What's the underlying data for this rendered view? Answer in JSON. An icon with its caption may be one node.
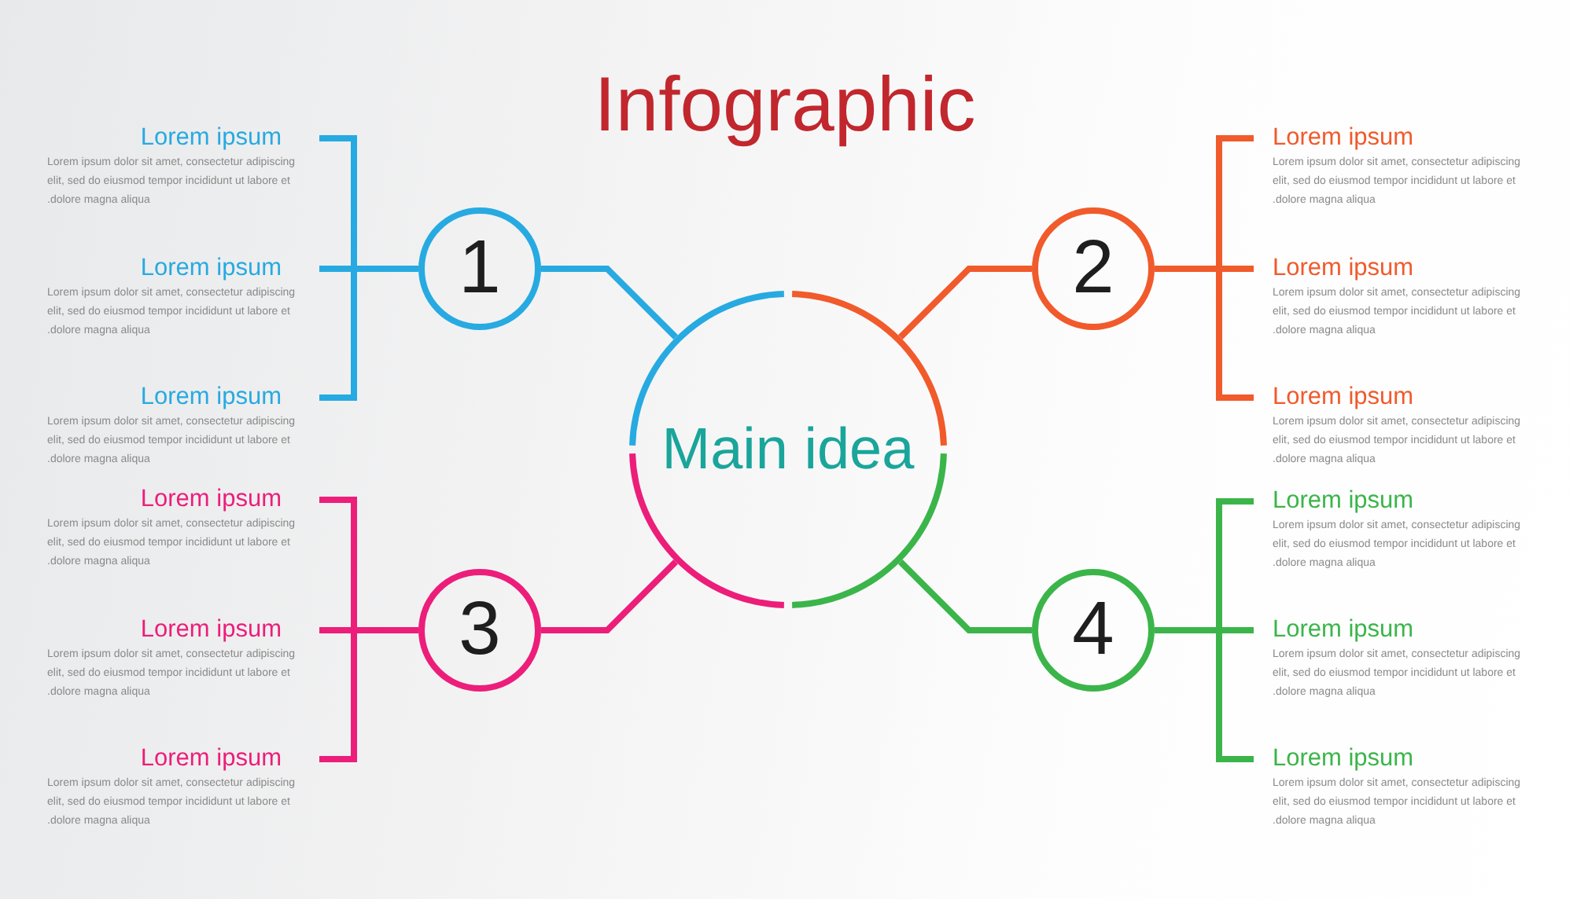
{
  "diagram": {
    "title": "Infographic",
    "nodes": [
      {
        "text": [
          "Main idea"
        ]
      },
      {
        "text": [
          "1"
        ]
      },
      {
        "text": [
          "2"
        ]
      },
      {
        "text": [
          "3"
        ]
      },
      {
        "text": [
          "4"
        ]
      },
      {
        "text": [
          "Lorem ipsum",
          "Lorem ipsum dolor sit amet, consectetur adipiscing elit, sed do eiusmod tempor incididunt ut labore et .dolore magna aliqua"
        ]
      },
      {
        "text": [
          "Lorem ipsum",
          "Lorem ipsum dolor sit amet, consectetur adipiscing elit, sed do eiusmod tempor incididunt ut labore et .dolore magna aliqua"
        ]
      },
      {
        "text": [
          "Lorem ipsum",
          "Lorem ipsum dolor sit amet, consectetur adipiscing elit, sed do eiusmod tempor incididunt ut labore et .dolore magna aliqua"
        ]
      },
      {
        "text": [
          "Lorem ipsum",
          "Lorem ipsum dolor sit amet, consectetur adipiscing elit, sed do eiusmod tempor incididunt ut labore et .dolore magna aliqua"
        ]
      },
      {
        "text": [
          "Lorem ipsum",
          "Lorem ipsum dolor sit amet, consectetur adipiscing elit, sed do eiusmod tempor incididunt ut labore et .dolore magna aliqua"
        ]
      },
      {
        "text": [
          "Lorem ipsum",
          "Lorem ipsum dolor sit amet, consectetur adipiscing elit, sed do eiusmod tempor incididunt ut labore et .dolore magna aliqua"
        ]
      },
      {
        "text": [
          "Lorem ipsum",
          "Lorem ipsum dolor sit amet, consectetur adipiscing elit, sed do eiusmod tempor incididunt ut labore et .dolore magna aliqua"
        ]
      },
      {
        "text": [
          "Lorem ipsum",
          "Lorem ipsum dolor sit amet, consectetur adipiscing elit, sed do eiusmod tempor incididunt ut labore et .dolore magna aliqua"
        ]
      },
      {
        "text": [
          "Lorem ipsum",
          "Lorem ipsum dolor sit amet, consectetur adipiscing elit, sed do eiusmod tempor incididunt ut labore et .dolore magna aliqua"
        ]
      },
      {
        "text": [
          "Lorem ipsum",
          "Lorem ipsum dolor sit amet, consectetur adipiscing elit, sed do eiusmod tempor incididunt ut labore et .dolore magna aliqua"
        ]
      },
      {
        "text": [
          "Lorem ipsum",
          "Lorem ipsum dolor sit amet, consectetur adipiscing elit, sed do eiusmod tempor incididunt ut labore et .dolore magna aliqua"
        ]
      },
      {
        "text": [
          "Lorem ipsum",
          "Lorem ipsum dolor sit amet, consectetur adipiscing elit, sed do eiusmod tempor incididunt ut labore et .dolore magna aliqua"
        ]
      }
    ],
    "edges": [
      {
        "from": 0,
        "to": 1,
        "arrow": "none",
        "color": "#27aae1"
      },
      {
        "from": 0,
        "to": 2,
        "arrow": "none",
        "color": "#f15a2b"
      },
      {
        "from": 0,
        "to": 3,
        "arrow": "none",
        "color": "#ec1e7a"
      },
      {
        "from": 0,
        "to": 4,
        "arrow": "none",
        "color": "#3bb54a"
      },
      {
        "from": 1,
        "to": 5,
        "arrow": "none",
        "color": "#27aae1"
      },
      {
        "from": 1,
        "to": 6,
        "arrow": "none",
        "color": "#27aae1"
      },
      {
        "from": 1,
        "to": 7,
        "arrow": "none",
        "color": "#27aae1"
      },
      {
        "from": 2,
        "to": 8,
        "arrow": "none",
        "color": "#f15a2b"
      },
      {
        "from": 2,
        "to": 9,
        "arrow": "none",
        "color": "#f15a2b"
      },
      {
        "from": 2,
        "to": 10,
        "arrow": "none",
        "color": "#f15a2b"
      },
      {
        "from": 3,
        "to": 11,
        "arrow": "none",
        "color": "#ec1e7a"
      },
      {
        "from": 3,
        "to": 12,
        "arrow": "none",
        "color": "#ec1e7a"
      },
      {
        "from": 3,
        "to": 13,
        "arrow": "none",
        "color": "#ec1e7a"
      },
      {
        "from": 4,
        "to": 14,
        "arrow": "none",
        "color": "#3bb54a"
      },
      {
        "from": 4,
        "to": 15,
        "arrow": "none",
        "color": "#3bb54a"
      },
      {
        "from": 4,
        "to": 16,
        "arrow": "none",
        "color": "#3bb54a"
      }
    ]
  }
}
